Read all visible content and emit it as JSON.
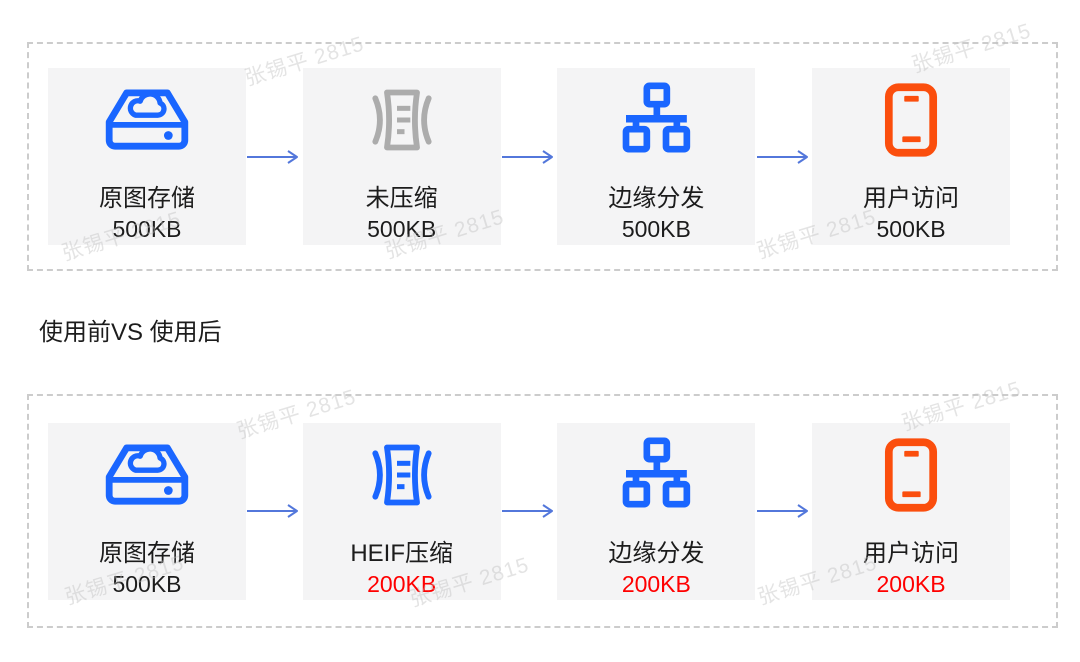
{
  "comparison_label": "使用前VS 使用后",
  "watermark": {
    "text": "张锡平 2815"
  },
  "colors": {
    "blue": "#1A66FF",
    "gray": "#ACACAC",
    "orange": "#FB4E0D",
    "red": "#FF0000",
    "arrow": "#5377DB",
    "card_bg": "#F4F4F5",
    "border": "#CCCCCC",
    "text": "#1C1C1C",
    "watermark": "#BFBFBF"
  },
  "flows": {
    "before": {
      "steps": [
        {
          "label": "原图存储",
          "size": "500KB",
          "icon": "cloud-storage-icon",
          "icon_color": "blue",
          "size_highlight": false
        },
        {
          "label": "未压缩",
          "size": "500KB",
          "icon": "compress-icon",
          "icon_color": "gray",
          "size_highlight": false
        },
        {
          "label": "边缘分发",
          "size": "500KB",
          "icon": "network-icon",
          "icon_color": "blue",
          "size_highlight": false
        },
        {
          "label": "用户访问",
          "size": "500KB",
          "icon": "phone-icon",
          "icon_color": "orange",
          "size_highlight": false
        }
      ]
    },
    "after": {
      "steps": [
        {
          "label": "原图存储",
          "size": "500KB",
          "icon": "cloud-storage-icon",
          "icon_color": "blue",
          "size_highlight": false
        },
        {
          "label": "HEIF压缩",
          "size": "200KB",
          "icon": "compress-icon",
          "icon_color": "blue",
          "size_highlight": true
        },
        {
          "label": "边缘分发",
          "size": "200KB",
          "icon": "network-icon",
          "icon_color": "blue",
          "size_highlight": true
        },
        {
          "label": "用户访问",
          "size": "200KB",
          "icon": "phone-icon",
          "icon_color": "orange",
          "size_highlight": true
        }
      ]
    }
  }
}
